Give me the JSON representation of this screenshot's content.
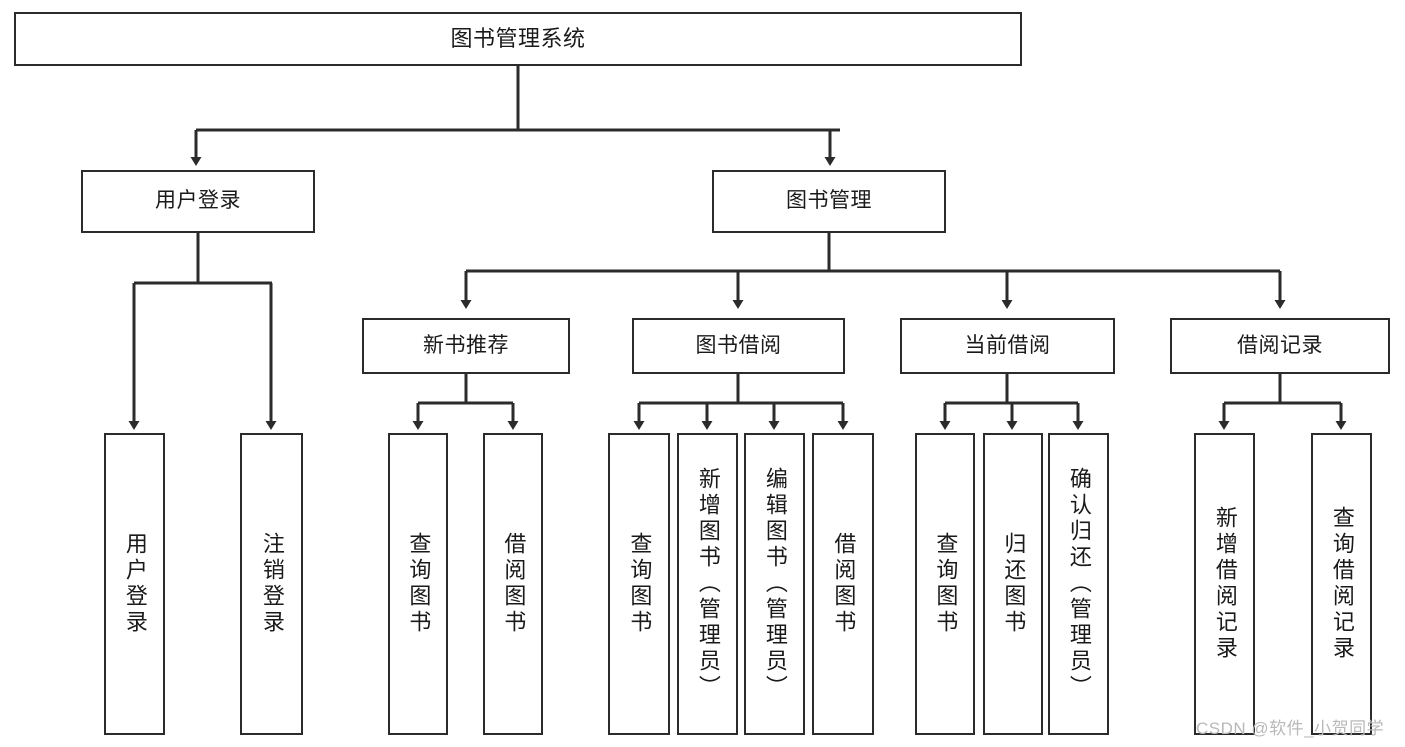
{
  "diagram": {
    "title": "图书管理系统",
    "type": "tree-hierarchy",
    "colors": {
      "background": "#ffffff",
      "box_fill": "#ffffff",
      "box_stroke": "#2b2b2b",
      "connector": "#2b2b2b",
      "text": "#1a1a1a",
      "watermark": "#b9b9b9"
    },
    "nodes": {
      "root": {
        "label": "图书管理系统"
      },
      "level2": [
        {
          "label": "用户登录"
        },
        {
          "label": "图书管理"
        }
      ],
      "level3": [
        {
          "label": "新书推荐"
        },
        {
          "label": "图书借阅"
        },
        {
          "label": "当前借阅"
        },
        {
          "label": "借阅记录"
        }
      ],
      "leaves_user_login": [
        {
          "label": "用户登录"
        },
        {
          "label": "注销登录"
        }
      ],
      "leaves_new_book": [
        {
          "label": "查询图书"
        },
        {
          "label": "借阅图书"
        }
      ],
      "leaves_borrow": [
        {
          "label": "查询图书"
        },
        {
          "label": "新增图书（管理员）"
        },
        {
          "label": "编辑图书（管理员）"
        },
        {
          "label": "借阅图书"
        }
      ],
      "leaves_current": [
        {
          "label": "查询图书"
        },
        {
          "label": "归还图书"
        },
        {
          "label": "确认归还（管理员）"
        }
      ],
      "leaves_record": [
        {
          "label": "新增借阅记录"
        },
        {
          "label": "查询借阅记录"
        }
      ]
    }
  },
  "watermark": {
    "text": "CSDN @软件_小贺同学"
  }
}
